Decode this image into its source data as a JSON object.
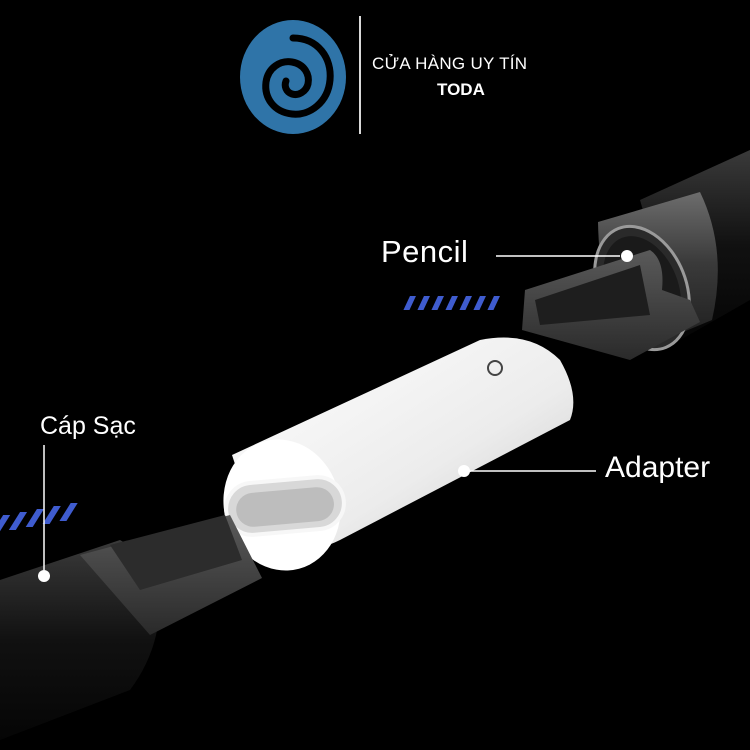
{
  "brand": {
    "name_line1": "CỬA HÀNG UY TÍN",
    "name_line2": "TODA",
    "logo_icon": "spiral-logo-icon",
    "logo_color": "#2f74a8"
  },
  "labels": {
    "pencil": "Pencil",
    "adapter": "Adapter",
    "cable": "Cáp Sạc"
  },
  "colors": {
    "background": "#000000",
    "text": "#ffffff",
    "connector_pins": "#3f5ccf",
    "adapter_body": "#f2f2f2"
  }
}
